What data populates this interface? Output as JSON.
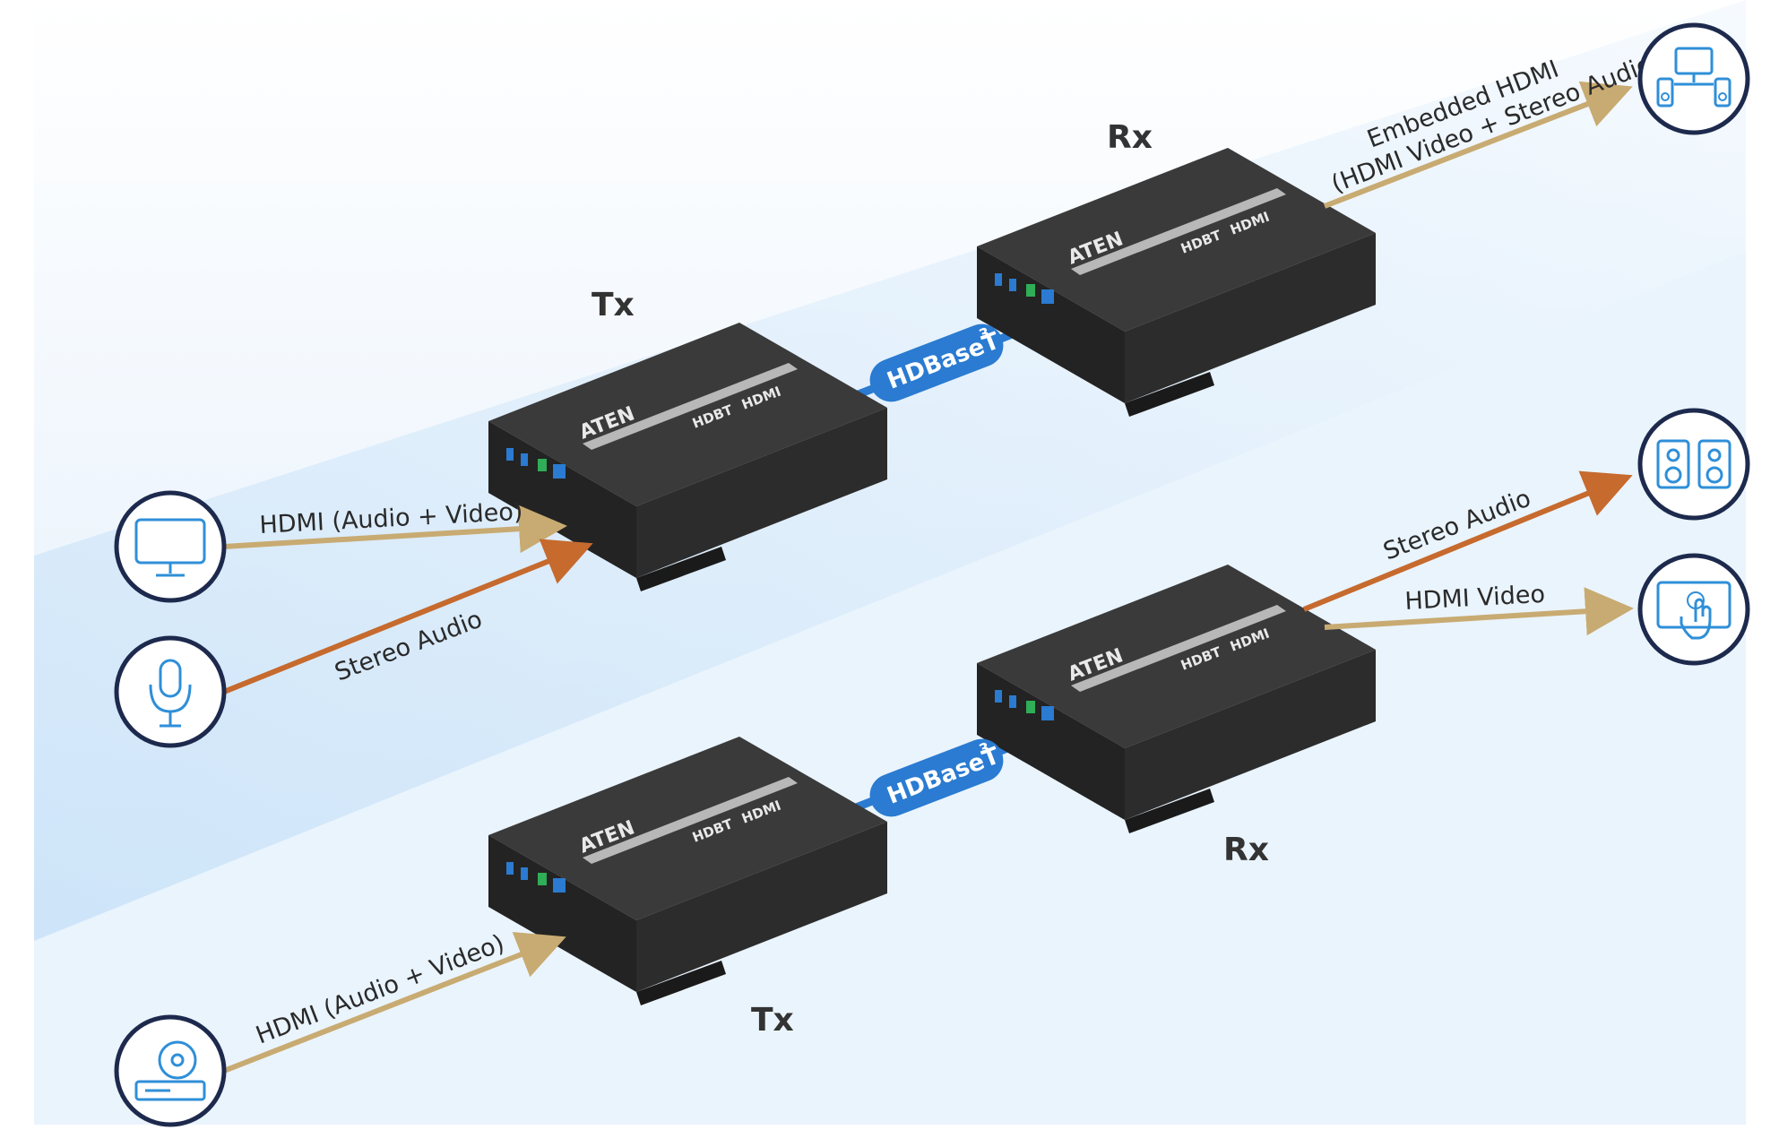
{
  "colors": {
    "background_top": "#ffffff",
    "background_bottom": "#dbeeff",
    "band": "#cfe6fb",
    "device_body": "#2a2a2a",
    "device_top": "#3a3a3a",
    "device_label_strip": "#cfcfcf",
    "hdbase_badge": "#2a7bd1",
    "icon_stroke": "#1d2a4d",
    "icon_line": "#2f8fd8",
    "hdmi_arrow": "#c8ab72",
    "audio_arrow": "#c66a2e"
  },
  "diagram": {
    "top": {
      "tx_label": "Tx",
      "rx_label": "Rx",
      "hdbase": {
        "text": "HDBaseT",
        "sup": "3"
      },
      "hdmi_in_label": "HDMI (Audio + Video)",
      "audio_in_label": "Stereo Audio",
      "out_label_line1": "Embedded HDMI",
      "out_label_line2": "(HDMI Video + Stereo Audio)",
      "source_icons": [
        "monitor-icon",
        "microphone-icon"
      ],
      "sink_icons": [
        "home-theater-icon"
      ]
    },
    "bottom": {
      "tx_label": "Tx",
      "rx_label": "Rx",
      "hdbase": {
        "text": "HDBaseT",
        "sup": "3"
      },
      "hdmi_in_label": "HDMI (Audio + Video)",
      "audio_out_label": "Stereo Audio",
      "video_out_label": "HDMI Video",
      "source_icons": [
        "media-player-icon"
      ],
      "sink_icons": [
        "speakers-icon",
        "touch-display-icon"
      ]
    },
    "device_brand": "ATEN",
    "device_logos": [
      "HDBT",
      "HDMI"
    ]
  }
}
